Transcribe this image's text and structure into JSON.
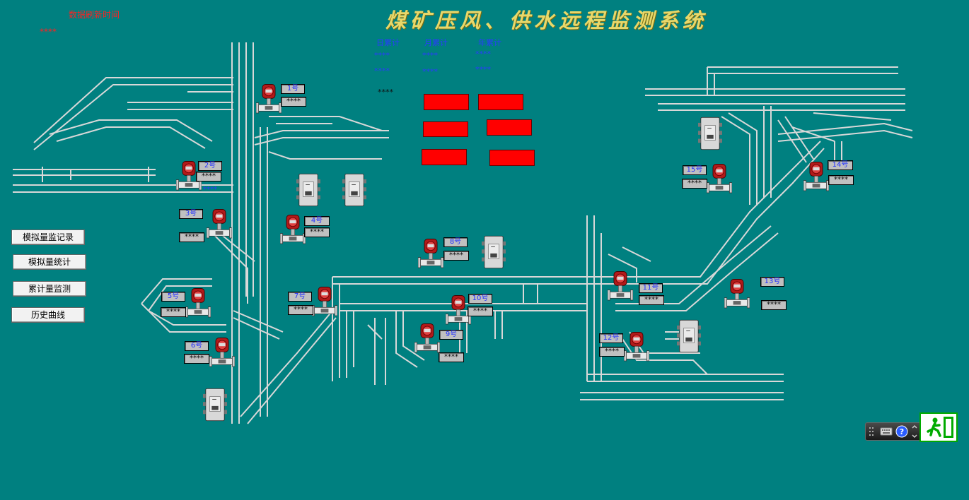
{
  "title": "煤矿压风、供水远程监测系统",
  "data_refresh": {
    "label": "数据刷新时间",
    "value": "****"
  },
  "accumulation": {
    "day_label": "日累计",
    "month_label": "月累计",
    "year_label": "年累计",
    "day_values": [
      "****",
      "****"
    ],
    "month_values": [
      "****",
      "****"
    ],
    "year_values": [
      "****",
      "****"
    ],
    "extra_value": "****"
  },
  "buttons": {
    "analog_record": "模拟量监记录",
    "analog_stats": "模拟量统计",
    "cumulative_monitor": "累计量监测",
    "history_curve": "历史曲线"
  },
  "stations": [
    {
      "id": "1",
      "label": "1号",
      "value": "****"
    },
    {
      "id": "2",
      "label": "2号",
      "value": "****"
    },
    {
      "id": "3",
      "label": "3号",
      "value": "****"
    },
    {
      "id": "4",
      "label": "4号",
      "value": "****"
    },
    {
      "id": "5",
      "label": "5号",
      "value": "****"
    },
    {
      "id": "6",
      "label": "6号",
      "value": "****"
    },
    {
      "id": "7",
      "label": "7号",
      "value": "****"
    },
    {
      "id": "8",
      "label": "8号",
      "value": "****"
    },
    {
      "id": "9",
      "label": "9号",
      "value": "****"
    },
    {
      "id": "10",
      "label": "10号",
      "value": "****"
    },
    {
      "id": "11",
      "label": "11号",
      "value": "****"
    },
    {
      "id": "12",
      "label": "12号",
      "value": "****"
    },
    {
      "id": "13",
      "label": "13号",
      "value": "****"
    },
    {
      "id": "14",
      "label": "14号",
      "value": "****"
    },
    {
      "id": "15",
      "label": "15号",
      "value": "****"
    }
  ],
  "extra_blue_value": "****",
  "colors": {
    "background": "#008080",
    "pipe": "#d8d8d8",
    "alarm": "#ff0000",
    "title": "#e8d86a"
  },
  "icons": {
    "sensor": "flow-meter-icon",
    "cabinet": "control-cabinet-icon",
    "help": "help-icon",
    "keyboard": "keyboard-icon",
    "exit": "exit-sign-icon"
  }
}
